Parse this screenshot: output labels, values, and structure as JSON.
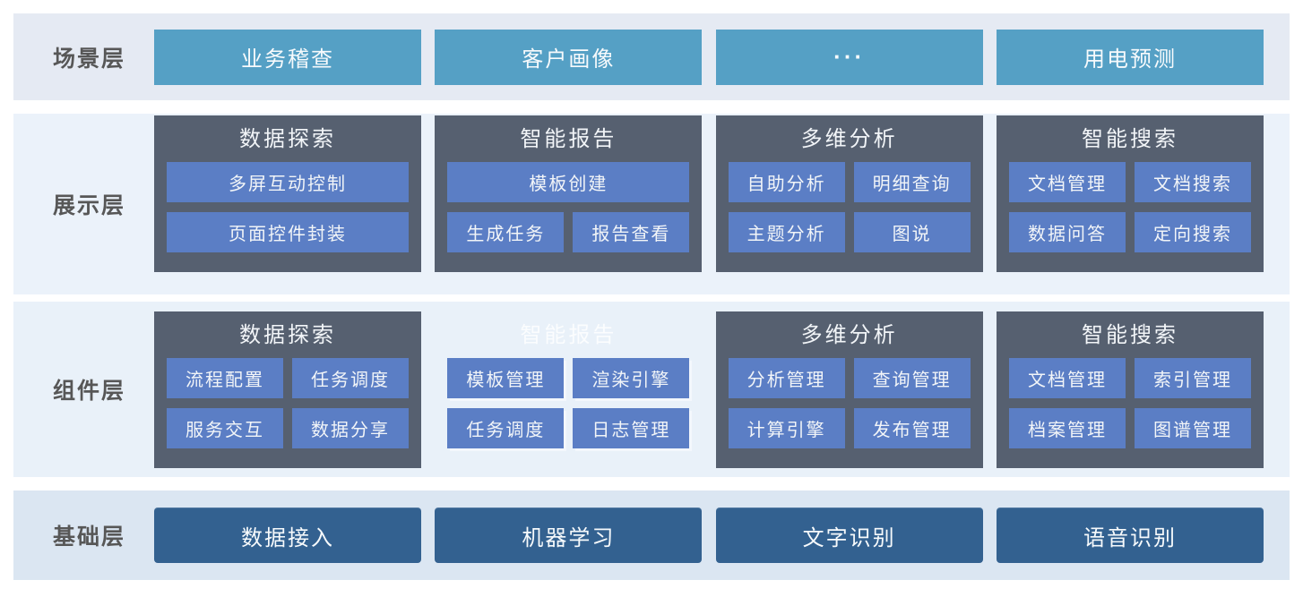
{
  "palette": {
    "scene_box": "#55a0c5",
    "group_panel": "#566070",
    "item_box": "#5b7ec5",
    "base_box": "#336190",
    "band_scene_bg": "#e5eaf3",
    "band_present_bg": "#ebf2fa",
    "band_component_bg": "#e9f1f9",
    "band_base_bg": "#dbe6f2",
    "label_color": "#575757"
  },
  "layers": [
    {
      "label": "场景层",
      "boxes": [
        "业务稽查",
        "客户画像",
        "···",
        "用电预测"
      ]
    },
    {
      "label": "展示层",
      "groups": [
        {
          "title": "数据探索",
          "rows": [
            [
              "多屏互动控制"
            ],
            [
              "页面控件封装"
            ]
          ]
        },
        {
          "title": "智能报告",
          "rows": [
            [
              "模板创建"
            ],
            [
              "生成任务",
              "报告查看"
            ]
          ]
        },
        {
          "title": "多维分析",
          "rows": [
            [
              "自助分析",
              "明细查询"
            ],
            [
              "主题分析",
              "图说"
            ]
          ]
        },
        {
          "title": "智能搜索",
          "rows": [
            [
              "文档管理",
              "文档搜索"
            ],
            [
              "数据问答",
              "定向搜索"
            ]
          ]
        }
      ]
    },
    {
      "label": "组件层",
      "groups": [
        {
          "title": "数据探索",
          "rows": [
            [
              "流程配置",
              "任务调度"
            ],
            [
              "服务交互",
              "数据分享"
            ]
          ]
        },
        {
          "title": "智能报告",
          "ghost": true,
          "rows": [
            [
              "模板管理",
              "渲染引擎"
            ],
            [
              "任务调度",
              "日志管理"
            ]
          ]
        },
        {
          "title": "多维分析",
          "rows": [
            [
              "分析管理",
              "查询管理"
            ],
            [
              "计算引擎",
              "发布管理"
            ]
          ]
        },
        {
          "title": "智能搜索",
          "rows": [
            [
              "文档管理",
              "索引管理"
            ],
            [
              "档案管理",
              "图谱管理"
            ]
          ]
        }
      ]
    },
    {
      "label": "基础层",
      "boxes": [
        "数据接入",
        "机器学习",
        "文字识别",
        "语音识别"
      ]
    }
  ]
}
